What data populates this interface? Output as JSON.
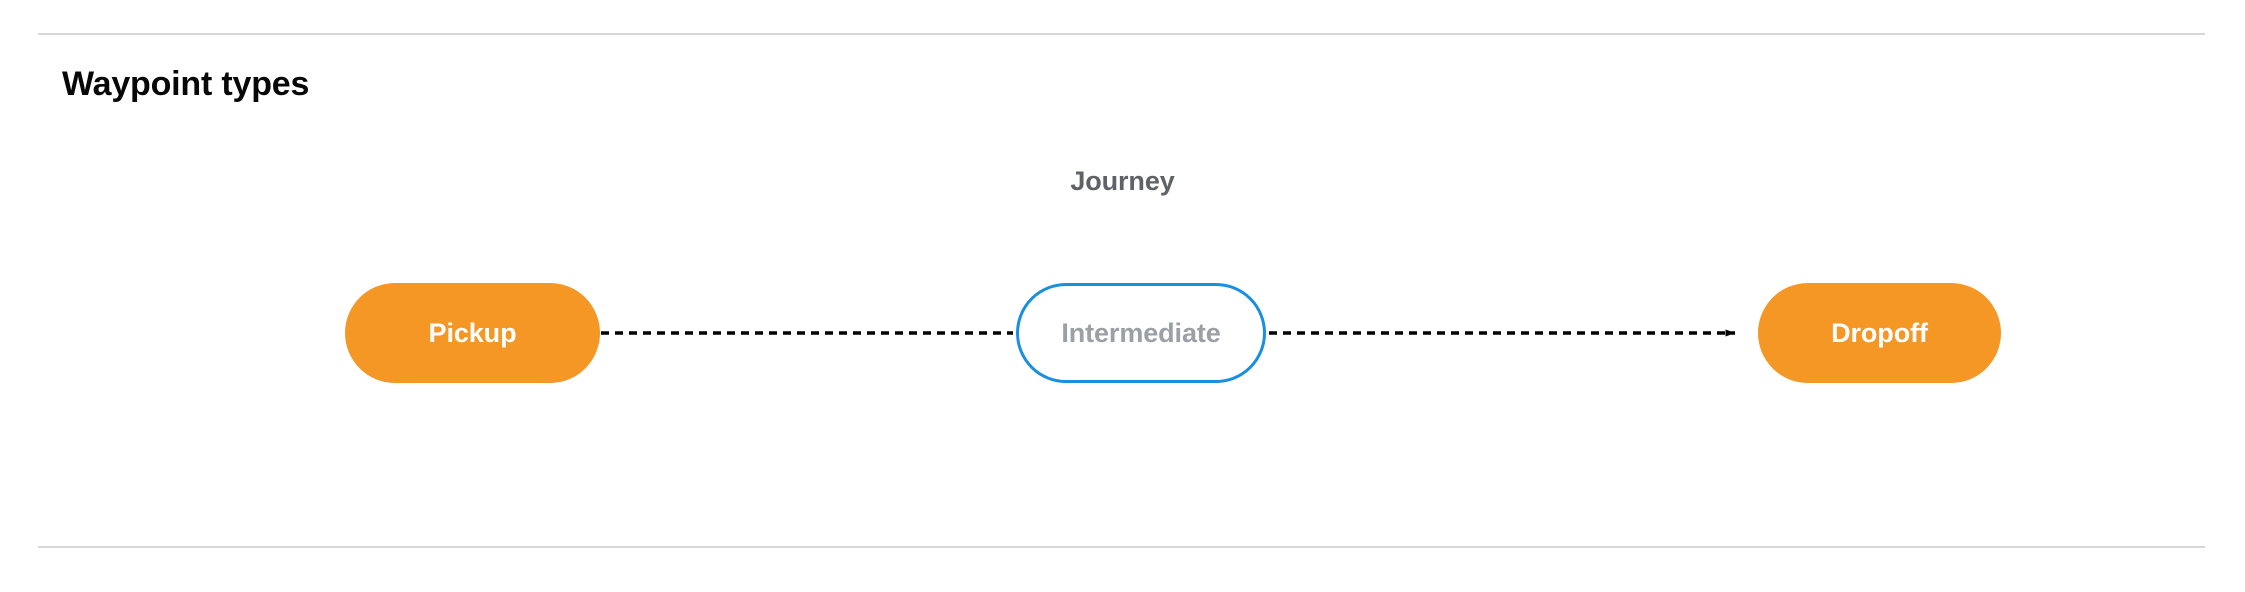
{
  "section": {
    "title": "Waypoint types"
  },
  "diagram": {
    "cluster_label": "Journey",
    "nodes": [
      {
        "id": "pickup",
        "label": "Pickup",
        "style": "filled",
        "fill": "#f49724",
        "text_color": "#ffffff"
      },
      {
        "id": "intermediate",
        "label": "Intermediate",
        "style": "outlined",
        "fill": "#ffffff",
        "border_color": "#1a8fe0",
        "text_color": "#9aa0a6"
      },
      {
        "id": "dropoff",
        "label": "Dropoff",
        "style": "filled",
        "fill": "#f49724",
        "text_color": "#ffffff"
      }
    ],
    "edges": [
      {
        "from": "pickup",
        "to": "intermediate",
        "style": "dashed",
        "arrowhead": false,
        "color": "#000000"
      },
      {
        "from": "intermediate",
        "to": "dropoff",
        "style": "dashed",
        "arrowhead": true,
        "color": "#000000"
      }
    ]
  },
  "colors": {
    "divider": "#d6d7d9",
    "title_text": "#080808",
    "label_text": "#5f6368",
    "accent_orange": "#f49724",
    "accent_blue": "#1a8fe0",
    "muted_text": "#9aa0a6",
    "background": "#ffffff"
  }
}
